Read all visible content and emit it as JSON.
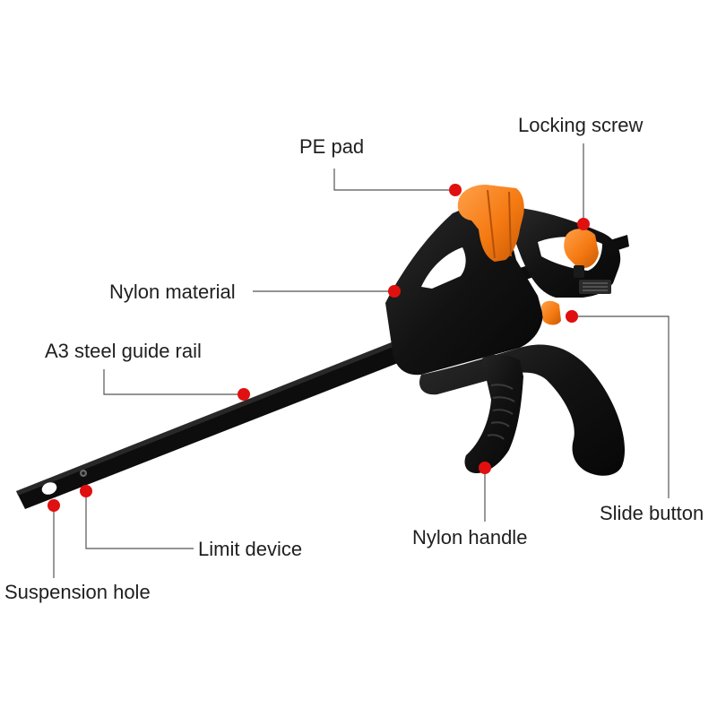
{
  "diagram": {
    "subject": "quick-grip bar clamp",
    "colors": {
      "body": "#141414",
      "accent": "#f57a12",
      "marker": "#e01010",
      "leader": "#555555",
      "text": "#1f1f1f"
    },
    "labels": {
      "pe_pad": "PE pad",
      "locking_screw": "Locking screw",
      "nylon_material": "Nylon material",
      "a3_steel_guide_rail": "A3 steel guide rail",
      "slide_button": "Slide button",
      "nylon_handle": "Nylon handle",
      "limit_device": "Limit device",
      "suspension_hole": "Suspension hole"
    }
  }
}
